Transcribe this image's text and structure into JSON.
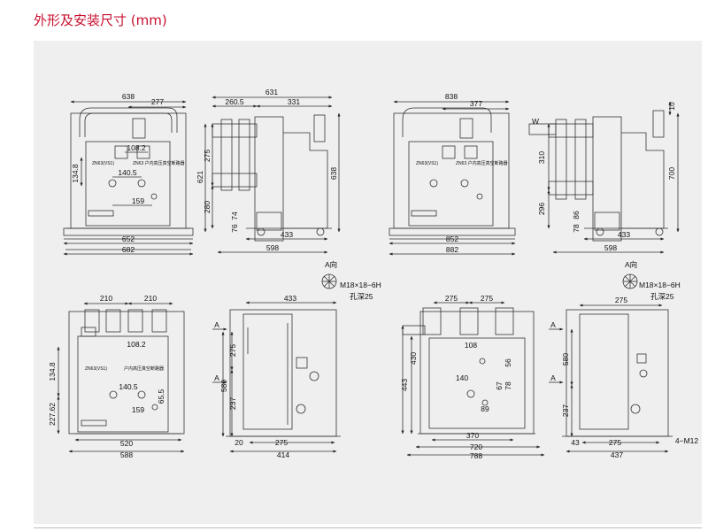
{
  "page_title": "外形及安装尺寸 (mm)",
  "drawings": [
    {
      "view": "front-top-left",
      "dims": [
        "638",
        "277",
        "108.2",
        "134.8",
        "140.5",
        "159",
        "652",
        "682"
      ],
      "panel_text": [
        "ZN63(VS1)",
        "ZN63 户内高压真空断路器"
      ]
    },
    {
      "view": "side-top-left",
      "dims": [
        "631",
        "260.5",
        "331",
        "275",
        "621",
        "280",
        "638",
        "74",
        "76",
        "433",
        "598"
      ]
    },
    {
      "view": "front-top-right",
      "dims": [
        "838",
        "377",
        "852",
        "882"
      ],
      "panel_text": [
        "ZN63(VS1)",
        "ZN63 户内高压真空断路器"
      ]
    },
    {
      "view": "side-top-right",
      "dims": [
        "W",
        "10",
        "310",
        "700",
        "296",
        "86",
        "78",
        "433",
        "598"
      ]
    },
    {
      "view": "front-bottom-left",
      "dims": [
        "210",
        "210",
        "108.2",
        "134.8",
        "140.5",
        "227.62",
        "159",
        "65.5",
        "520",
        "588"
      ],
      "panel_text": [
        "ZN63(VS1)",
        "户内高压真空断路器"
      ]
    },
    {
      "view": "side-bottom-left",
      "dims": [
        "433",
        "275",
        "580",
        "237",
        "20",
        "275",
        "414",
        "A",
        "A"
      ]
    },
    {
      "view": "front-bottom-right",
      "dims": [
        "275",
        "275",
        "108",
        "140",
        "443",
        "430",
        "56",
        "78",
        "67",
        "89",
        "370",
        "720",
        "788"
      ]
    },
    {
      "view": "side-bottom-right",
      "dims": [
        "275",
        "580",
        "237",
        "43",
        "275",
        "4−M12",
        "437",
        "A",
        "A"
      ]
    }
  ],
  "a_views": [
    {
      "title": "A向",
      "thread": "M18×18−6H",
      "depth": "孔深25"
    },
    {
      "title": "A向",
      "thread": "M18×18−6H",
      "depth": "孔深25"
    }
  ]
}
